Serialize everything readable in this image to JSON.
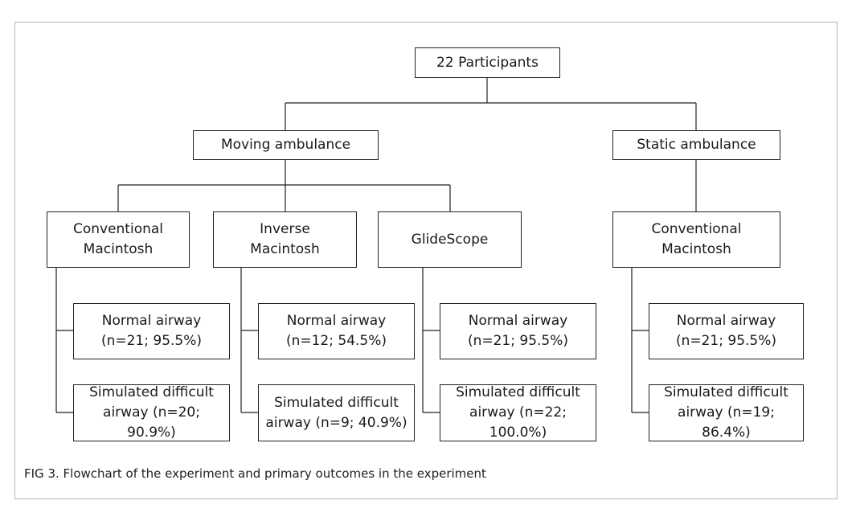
{
  "caption": "FIG 3.  Flowchart of the experiment and primary outcomes in the experiment",
  "root": {
    "label": "22 Participants"
  },
  "groups": [
    {
      "label": "Moving ambulance",
      "devices": [
        {
          "label": "Conventional\nMacintosh",
          "outcomes": [
            {
              "label": "Normal airway\n(n=21; 95.5%)"
            },
            {
              "label": "Simulated difficult\nairway (n=20; 90.9%)"
            }
          ]
        },
        {
          "label": "Inverse\nMacintosh",
          "outcomes": [
            {
              "label": "Normal airway\n(n=12; 54.5%)"
            },
            {
              "label": "Simulated difficult\nairway (n=9; 40.9%)"
            }
          ]
        },
        {
          "label": "GlideScope",
          "outcomes": [
            {
              "label": "Normal airway\n(n=21; 95.5%)"
            },
            {
              "label": "Simulated difficult\nairway (n=22; 100.0%)"
            }
          ]
        }
      ]
    },
    {
      "label": "Static ambulance",
      "devices": [
        {
          "label": "Conventional\nMacintosh",
          "outcomes": [
            {
              "label": "Normal airway\n(n=21; 95.5%)"
            },
            {
              "label": "Simulated difficult\nairway (n=19; 86.4%)"
            }
          ]
        }
      ]
    }
  ]
}
